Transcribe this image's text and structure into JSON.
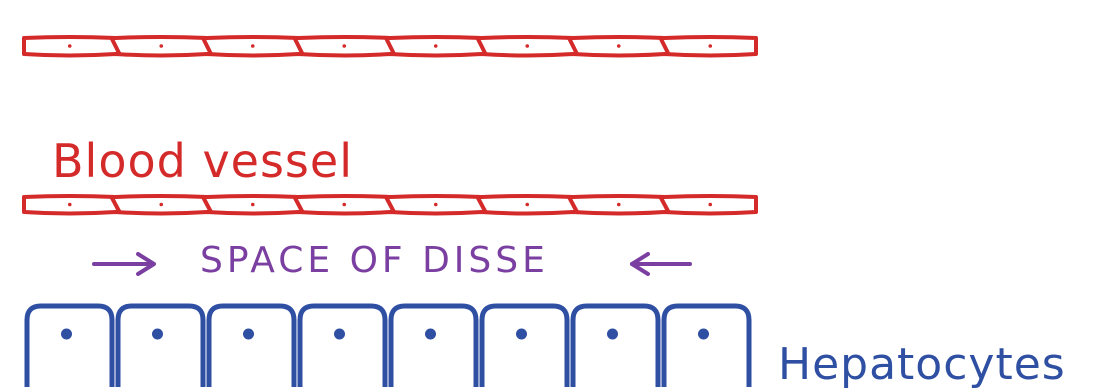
{
  "labels": {
    "blood_vessel": "Blood vessel",
    "space_of_disse": "SPACE OF DISSE",
    "hepatocytes": "Hepatocytes"
  },
  "colors": {
    "vessel": "#d42a2a",
    "disse": "#7a3fa0",
    "hepatocyte": "#2f4fa3"
  },
  "icons": {
    "arrow_in_left": "right-arrow-icon",
    "arrow_in_right": "left-arrow-icon"
  },
  "counts": {
    "endothelial_cells_per_layer": 8,
    "hepatocyte_cells": 8
  }
}
